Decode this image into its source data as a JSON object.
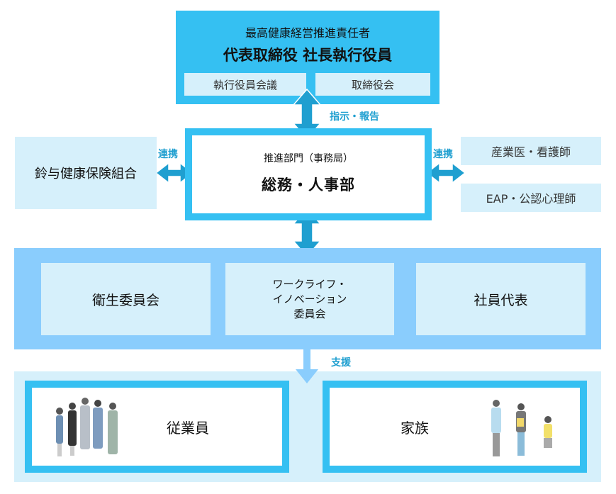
{
  "top": {
    "subtitle": "最高健康経営推進責任者",
    "title": "代表取締役 社長執行役員",
    "boxes": [
      "執行役員会議",
      "取締役会"
    ]
  },
  "arrow_labels": {
    "instruction": "指示・報告",
    "link_left": "連携",
    "link_right": "連携",
    "support": "支援"
  },
  "center": {
    "subtitle": "推進部門（事務局）",
    "title": "総務・人事部"
  },
  "left": {
    "label": "鈴与健康保険組合"
  },
  "right": {
    "boxes": [
      "産業医・看護師",
      "EAP・公認心理師"
    ]
  },
  "committees": [
    {
      "label": "衛生委員会"
    },
    {
      "label": "ワークライフ・\nイノベーション\n委員会"
    },
    {
      "label": "社員代表"
    }
  ],
  "targets": [
    {
      "label": "従業員"
    },
    {
      "label": "家族"
    }
  ],
  "colors": {
    "cyan": "#35c0f2",
    "light": "#d6f0fb",
    "mid": "#8acdfd",
    "arrow": "#1f9fd0"
  }
}
